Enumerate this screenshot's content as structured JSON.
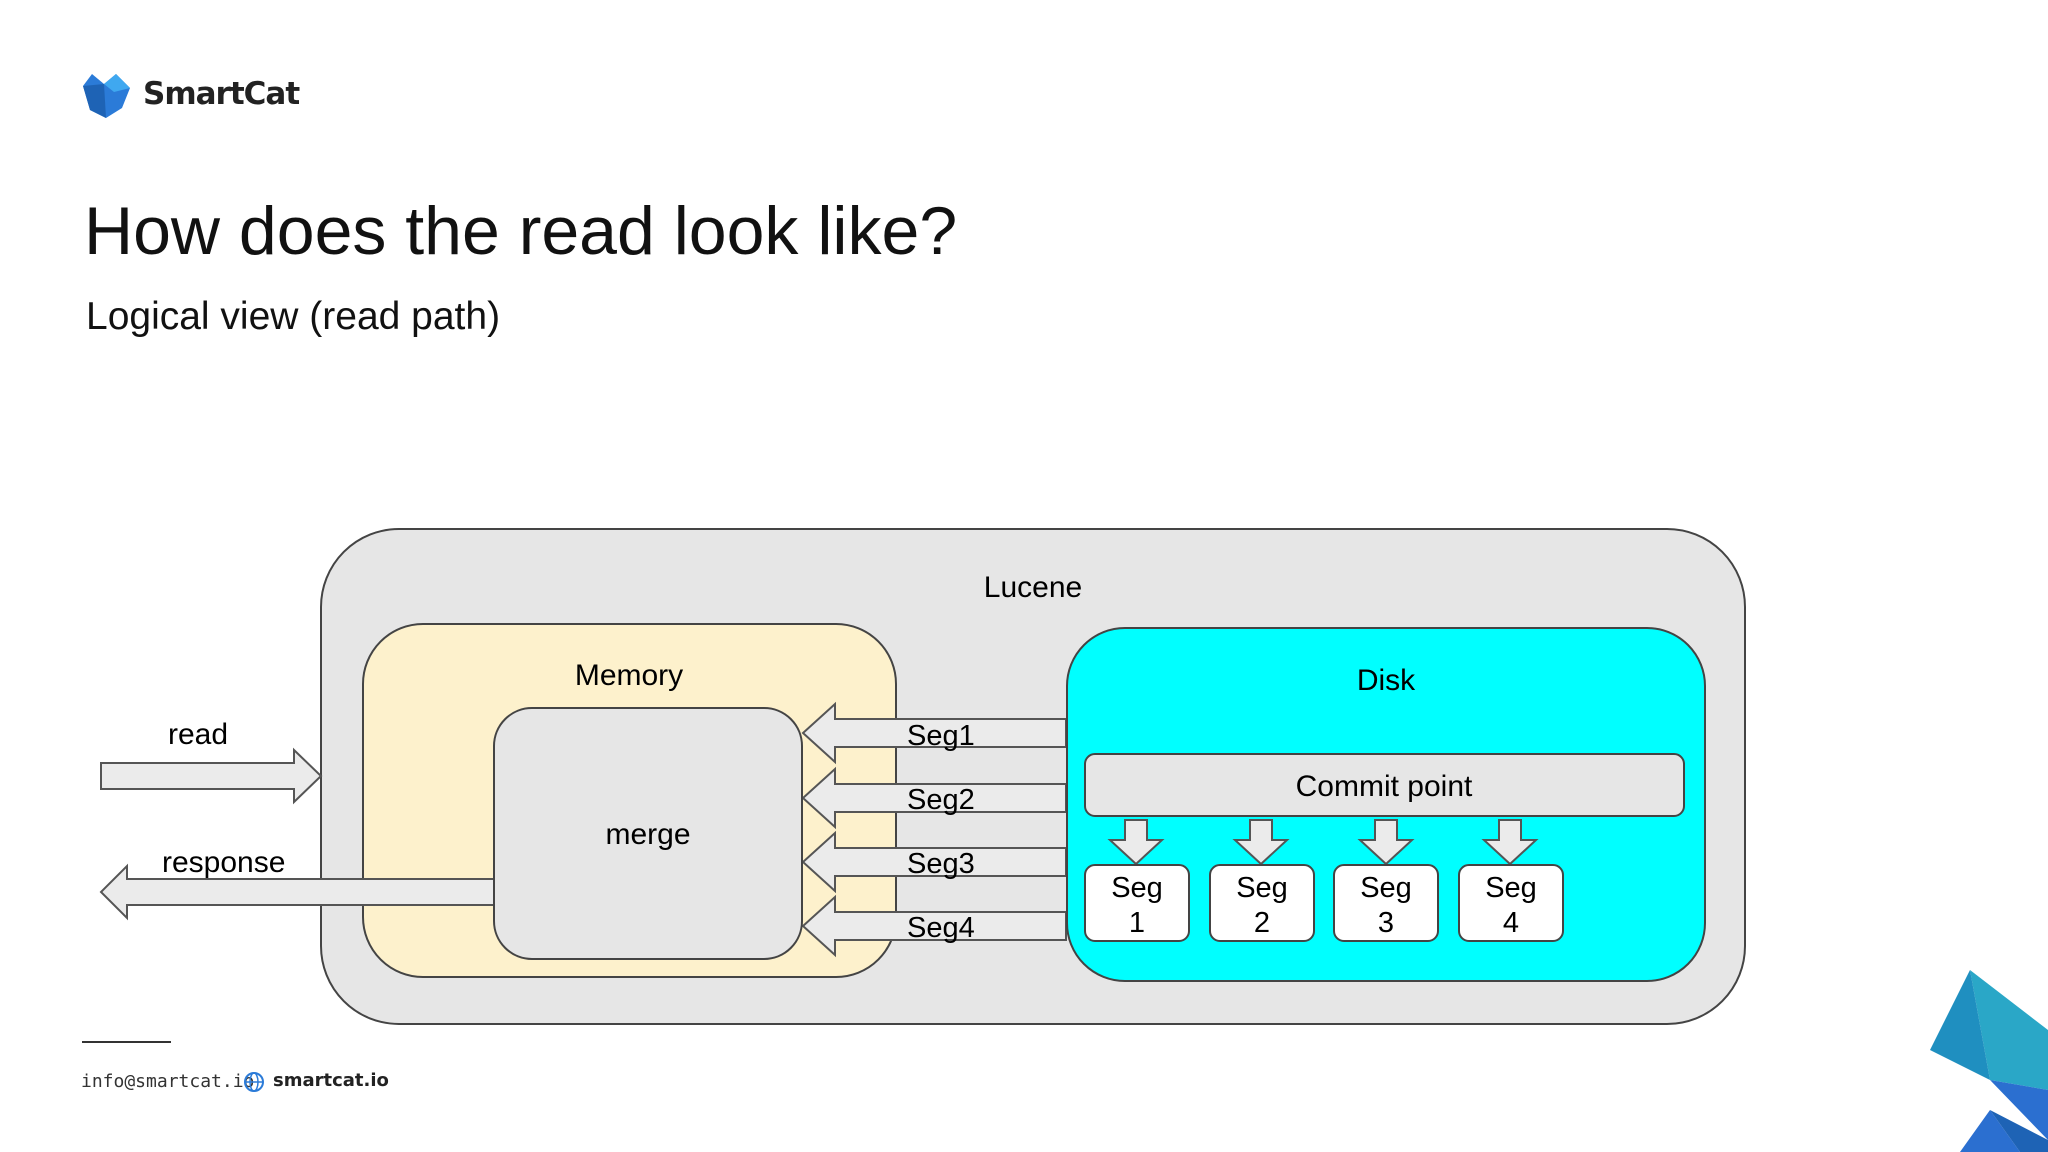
{
  "brand": {
    "name": "SmartCat",
    "colors": {
      "accent": "#2b7bd8",
      "accent_light": "#3fa8f0",
      "teal": "#2aa7c7"
    }
  },
  "slide": {
    "title": "How does the read look like?",
    "subtitle": "Logical view (read path)"
  },
  "diagram": {
    "lucene_label": "Lucene",
    "memory_label": "Memory",
    "merge_label": "merge",
    "disk_label": "Disk",
    "commit_point_label": "Commit point",
    "read_label": "read",
    "response_label": "response",
    "segment_arrows": [
      "Seg1",
      "Seg2",
      "Seg3",
      "Seg4"
    ],
    "disk_segments": [
      {
        "line1": "Seg",
        "line2": "1"
      },
      {
        "line1": "Seg",
        "line2": "2"
      },
      {
        "line1": "Seg",
        "line2": "3"
      },
      {
        "line1": "Seg",
        "line2": "4"
      }
    ],
    "colors": {
      "lucene": "#e6e6e6",
      "memory": "#fdf1cc",
      "merge": "#e6e6e6",
      "disk": "#00ffff",
      "segment_box": "#ffffff",
      "arrow_fill": "#ebebeb"
    }
  },
  "footer": {
    "email": "info@smartcat.io",
    "website": "smartcat.io"
  },
  "icons": {
    "logo": "smartcat-logo-icon",
    "globe": "globe-icon",
    "corner": "triangle-decoration-icon"
  }
}
